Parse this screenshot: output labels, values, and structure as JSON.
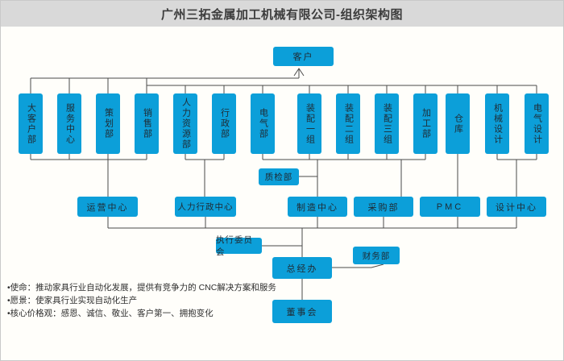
{
  "title_bar": {
    "title": "广州三拓金属加工机械有限公司-组织架构图"
  },
  "org": {
    "customer": {
      "label": "客户"
    },
    "departments": [
      {
        "label": "大客户部"
      },
      {
        "label": "服务中心"
      },
      {
        "label": "策划部"
      },
      {
        "label": "销售部"
      },
      {
        "label": "人力资源部"
      },
      {
        "label": "行政部"
      },
      {
        "label": "电气部"
      },
      {
        "label": "装配一组"
      },
      {
        "label": "装配二组"
      },
      {
        "label": "装配三组"
      },
      {
        "label": "加工部"
      },
      {
        "label": "仓库"
      },
      {
        "label": "机械设计"
      },
      {
        "label": "电气设计"
      }
    ],
    "quality_dept": {
      "label": "质检部"
    },
    "centers": [
      {
        "label": "运营中心"
      },
      {
        "label": "人力行政中心"
      },
      {
        "label": "制造中心"
      },
      {
        "label": "采购部"
      },
      {
        "label": "PMC"
      },
      {
        "label": "设计中心"
      }
    ],
    "exec_committee": {
      "label": "执行委员会"
    },
    "gm_office": {
      "label": "总经办"
    },
    "finance_dept": {
      "label": "财务部"
    },
    "board": {
      "label": "董事会"
    }
  },
  "footer": {
    "bullets": [
      "•使命：推动家具行业自动化发展，提供有竞争力的 CNC解决方案和服务",
      "•愿景：使家具行业实现自动化生产",
      "•核心价格观：感恩、诚信、敬业、客户第一、拥抱变化"
    ]
  },
  "colors": {
    "box_blue": "#0c9fd9",
    "line": "#4a4a4a",
    "titlebar_bg": "#d9d9d9"
  }
}
